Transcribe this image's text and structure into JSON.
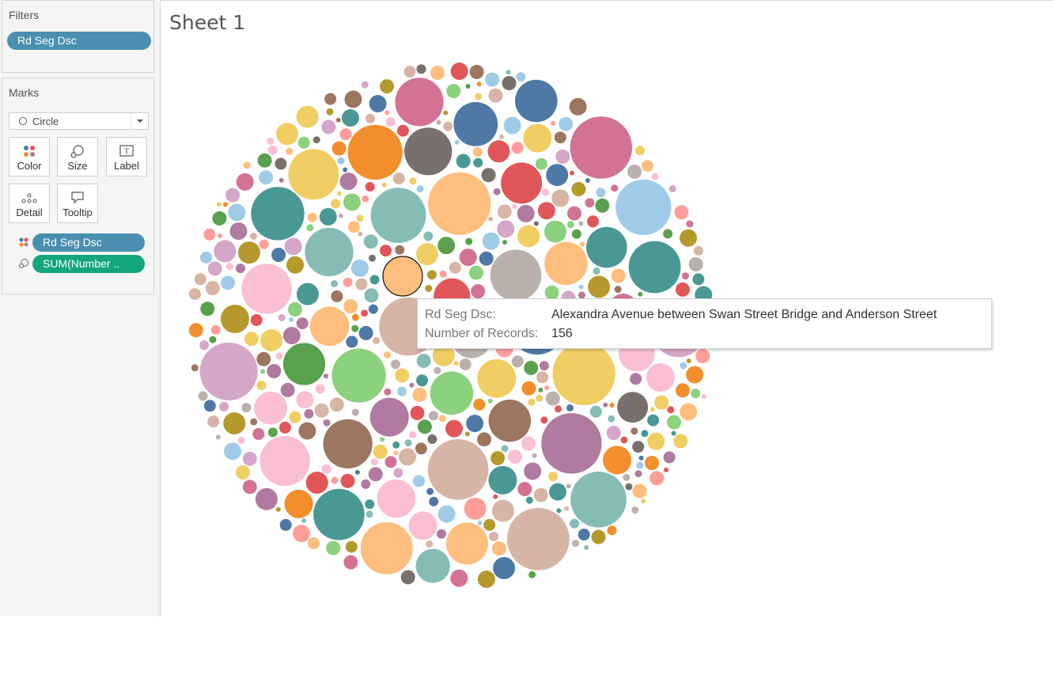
{
  "sheet": {
    "title": "Sheet 1"
  },
  "filters": {
    "title": "Filters",
    "pills": [
      {
        "label": "Rd Seg Dsc",
        "color": "#4a8fb0"
      }
    ]
  },
  "marks": {
    "title": "Marks",
    "mark_type": "Circle",
    "shelf_buttons": {
      "color": "Color",
      "size": "Size",
      "label": "Label",
      "detail": "Detail",
      "tooltip": "Tooltip"
    },
    "fields": [
      {
        "label": "Rd Seg Dsc",
        "role": "color",
        "color": "#4a8fb0"
      },
      {
        "label": "SUM(Number ..",
        "role": "size",
        "color": "#13a67e"
      }
    ]
  },
  "tooltip": {
    "field_label": "Rd Seg Dsc:",
    "field_value": "Alexandra Avenue between Swan Street Bridge and Anderson Street",
    "measure_label": "Number of Records:",
    "measure_value": "156"
  },
  "chart_data": {
    "type": "packed-bubble",
    "color_by": "Rd Seg Dsc",
    "size_by": "SUM(Number of Records)",
    "palette": [
      "#4e79a7",
      "#a0cbe8",
      "#f28e2b",
      "#ffbe7d",
      "#59a14f",
      "#8cd17d",
      "#b6992d",
      "#f1ce63",
      "#499894",
      "#86bcb6",
      "#e15759",
      "#ff9d9a",
      "#79706e",
      "#bab0ac",
      "#d37295",
      "#fabfd2",
      "#b07aa1",
      "#d4a6c8",
      "#9d7660",
      "#d7b5a6"
    ],
    "highlighted": {
      "segment": "Alexandra Avenue between Swan Street Bridge and Anderson Street",
      "value": 156,
      "color": "#ffbe7d"
    }
  }
}
